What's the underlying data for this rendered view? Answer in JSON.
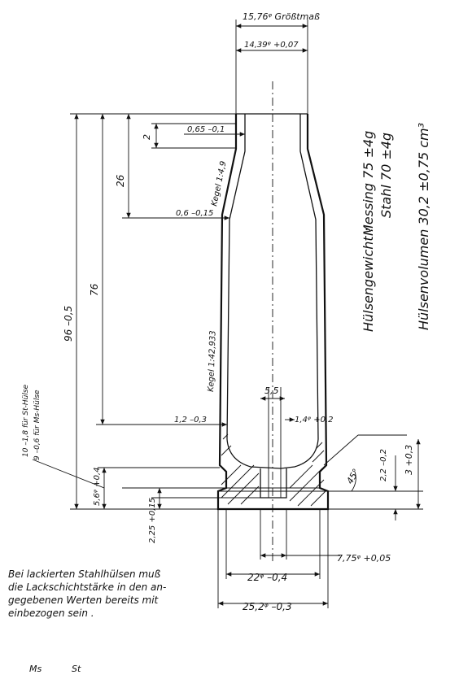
{
  "dimensions": {
    "max_diameter": "15,76ᵠ Größtmaß",
    "neck_diameter": "14,39ᵠ +0,07",
    "neck_wall": "0,65 –0,1",
    "shoulder_height": "2",
    "neck_length": "26",
    "cone_neck": "Kegel 1:4,9",
    "body_wall": "0,6 –0,15",
    "total_length": "96 –0,5",
    "body_length": "76",
    "cone_body": "Kegel 1:42,933",
    "flash_hole_width": "5,5",
    "base_wall": "1,2 –0,3",
    "base_depth": "1,4ᵠ +0,2",
    "wall_note_st": "10 –1,8  für St-Hülse",
    "wall_note_ms": "9 –0,6  für Ms-Hülse",
    "base_height": "5,6ᵠ +0,4",
    "rim_height": "2,25 +0,15",
    "angle": "45°",
    "extractor_depth": "2,2 –0,2",
    "rim_thickness": "3 +0,3",
    "primer_diameter": "7,75ᵠ +0,05",
    "groove_diameter": "22ᵠ –0,4",
    "rim_diameter": "25,2ᵠ –0,3"
  },
  "specs": {
    "weight_label": "Hülsengewicht :",
    "weight_ms": "Messing  75 ±4g",
    "weight_st": "Stahl     70 ±4g",
    "volume": "Hülsenvolumen 30,2 ±0,75 cm³"
  },
  "note": {
    "line1": "Bei lackierten Stahlhülsen muß",
    "line2": "die Lackschichtstärke in den an-",
    "line3": "gegebenen Werten bereits mit",
    "line4": "einbezogen sein ."
  },
  "footer": {
    "ms": "Ms",
    "st": "St"
  }
}
